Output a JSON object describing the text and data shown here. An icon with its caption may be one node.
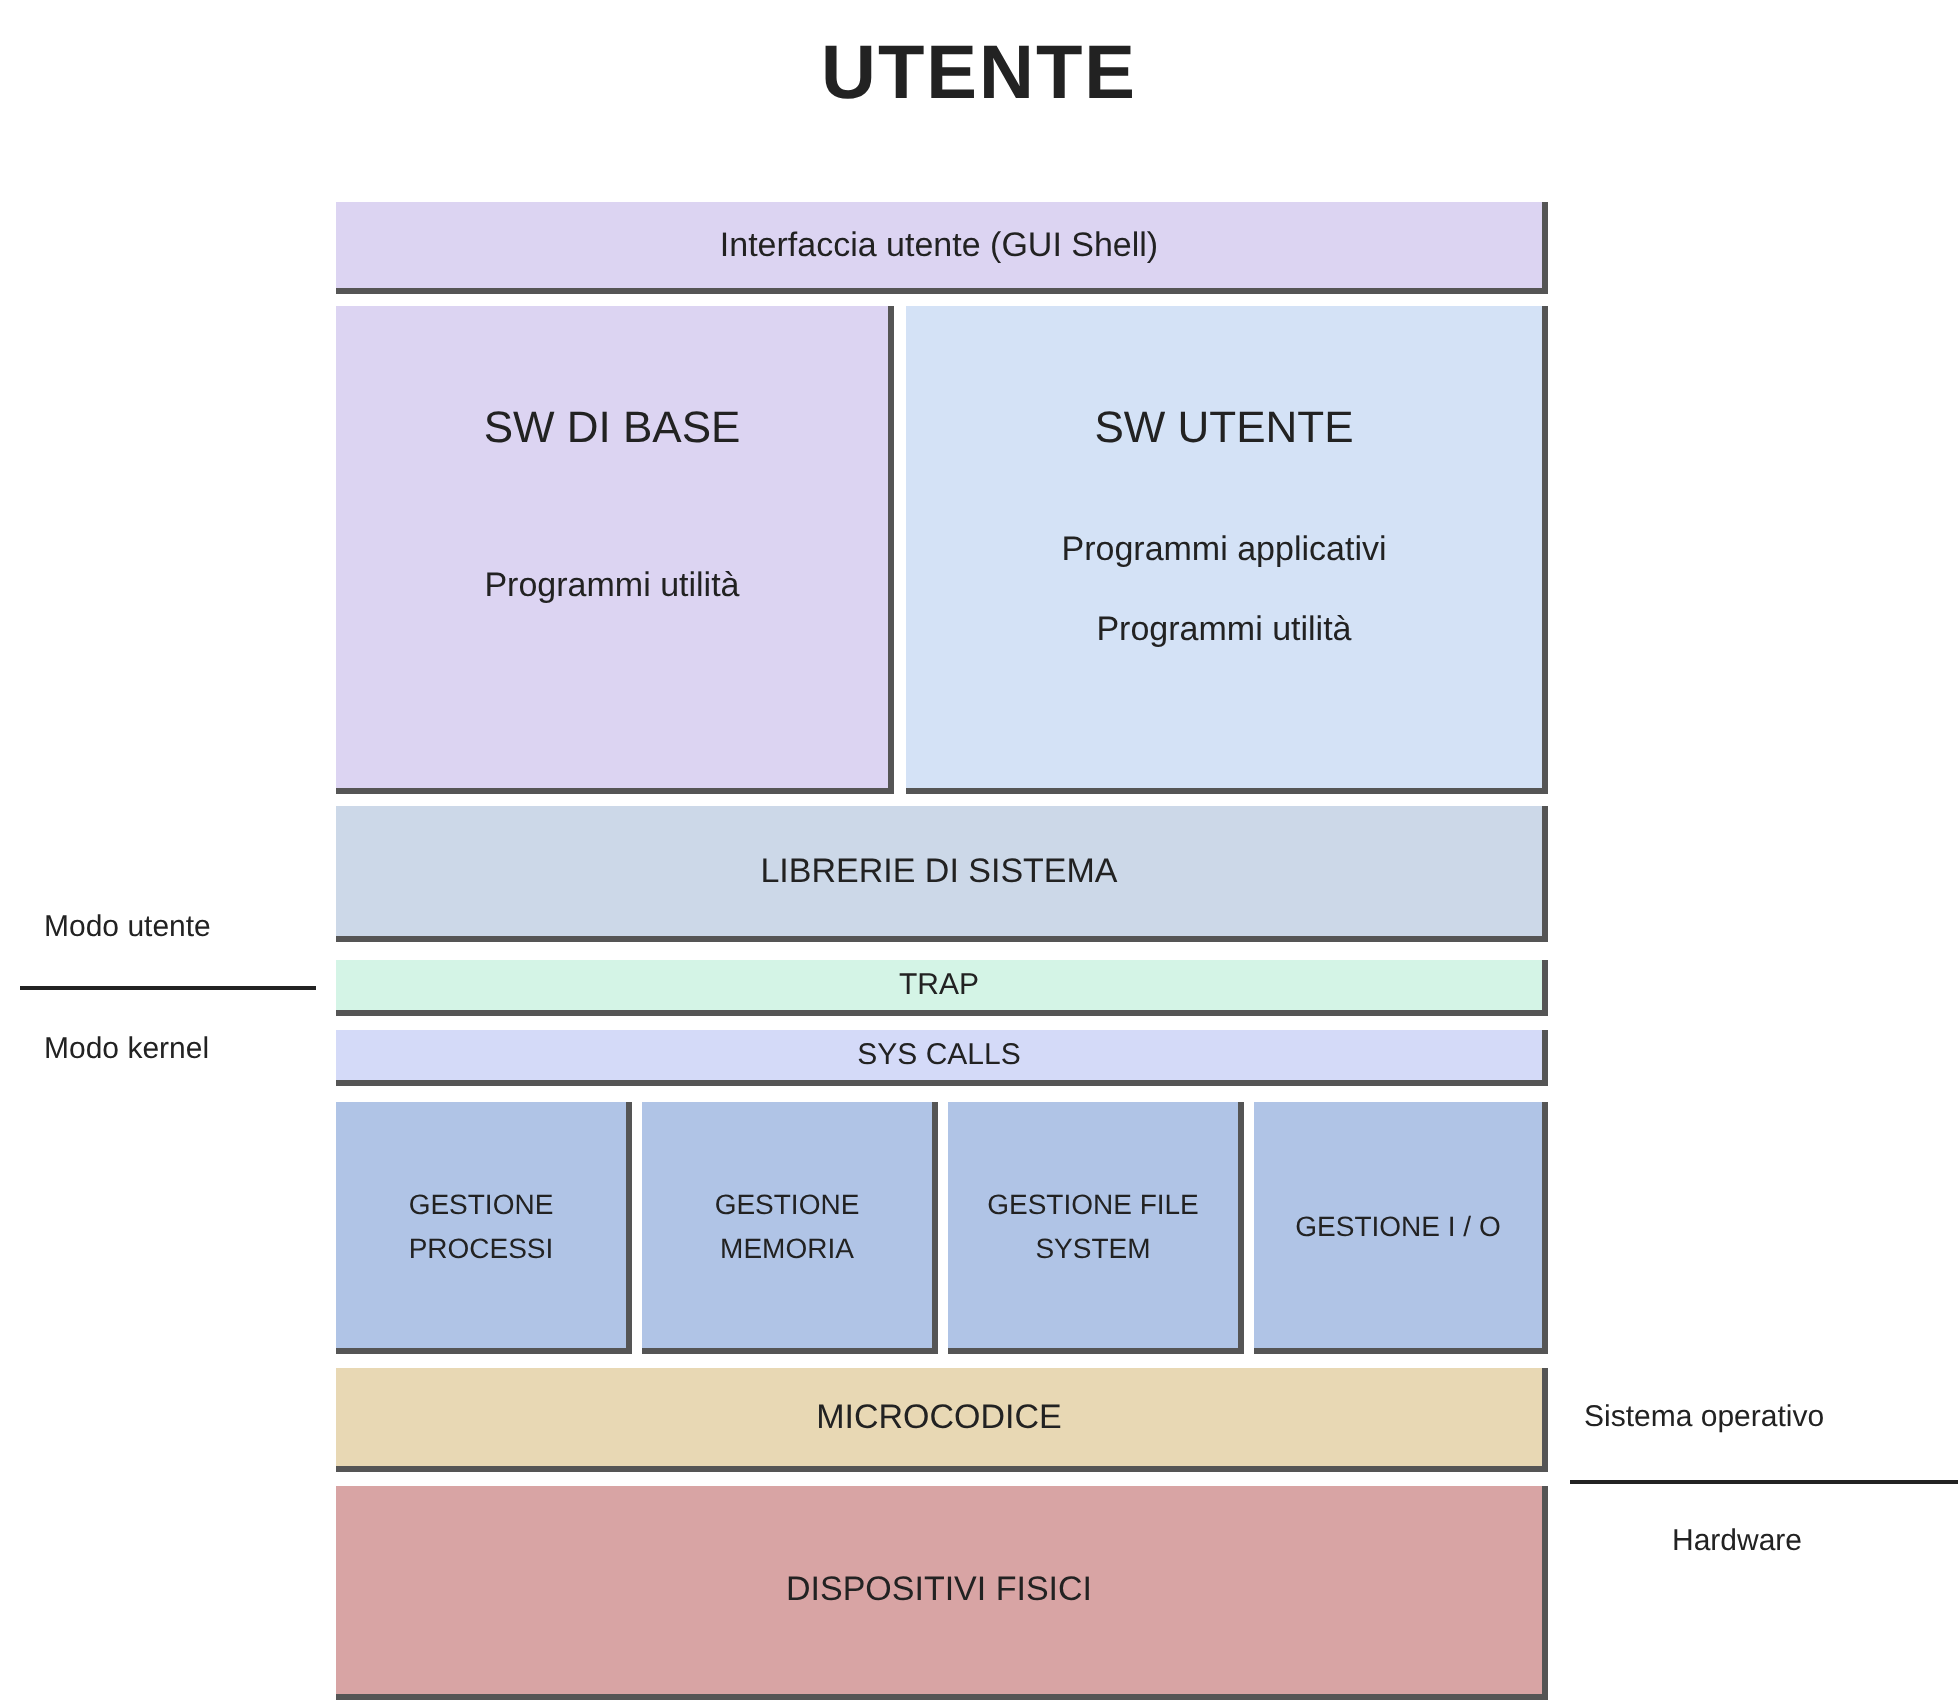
{
  "diagram": {
    "title": "UTENTE",
    "nodes": [
      {
        "text": [
          "Interfaccia utente (GUI Shell)"
        ]
      },
      {
        "text": [
          "SW DI BASE",
          "Programmi utilità"
        ]
      },
      {
        "text": [
          "SW UTENTE",
          "Programmi applicativi",
          "Programmi utilità"
        ]
      },
      {
        "text": [
          "LIBRERIE DI SISTEMA"
        ]
      },
      {
        "text": [
          "TRAP"
        ]
      },
      {
        "text": [
          "SYS CALLS"
        ]
      },
      {
        "text": [
          "GESTIONE PROCESSI"
        ]
      },
      {
        "text": [
          "GESTIONE MEMORIA"
        ]
      },
      {
        "text": [
          "GESTIONE FILE SYSTEM"
        ]
      },
      {
        "text": [
          "GESTIONE I / O"
        ]
      },
      {
        "text": [
          "MICROCODICE"
        ]
      },
      {
        "text": [
          "DISPOSITIVI FISICI"
        ]
      }
    ],
    "labels": [
      "Modo utente",
      "Modo kernel",
      "Sistema operativo",
      "Hardware"
    ]
  }
}
